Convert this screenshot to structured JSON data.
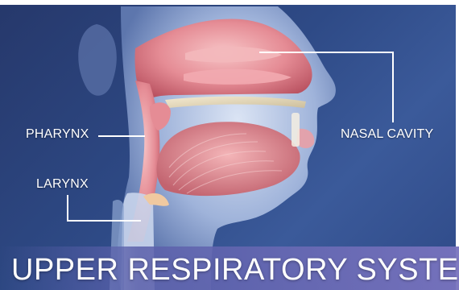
{
  "labels": {
    "pharynx": "PHARYNX",
    "larynx": "LARYNX",
    "nasal_cavity": "NASAL CAVITY"
  },
  "title": "UPPER RESPIRATORY SYSTEM",
  "colors": {
    "background": "#2e4a86",
    "tissue": "#e07f8a",
    "tissue_light": "#f2b3b7",
    "skin": "#b9c9e6",
    "label_text": "#ffffff",
    "title_band": "#7873be"
  }
}
